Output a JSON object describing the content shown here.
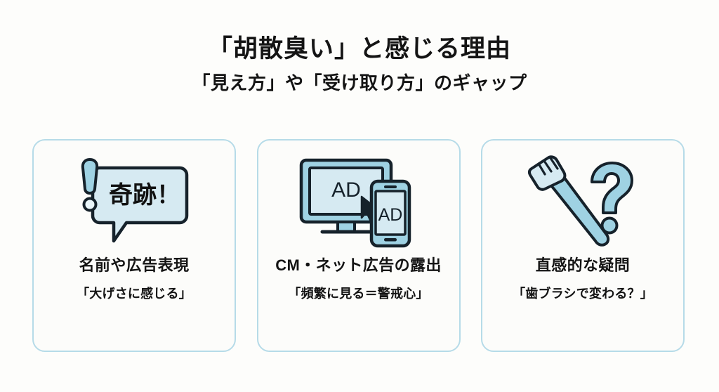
{
  "header": {
    "title": "「胡散臭い」と感じる理由",
    "subtitle": "「見え方」や「受け取り方」のギャップ"
  },
  "colors": {
    "page_background": "#fdfdfb",
    "card_background": "#fcfcfa",
    "card_border": "#b6dbe8",
    "icon_fill_light": "#d6eaf2",
    "icon_fill_mid": "#9fd2e3",
    "icon_outline": "#1a2730",
    "text": "#141414"
  },
  "cards": [
    {
      "icon_name": "speech-bubble-exclamation-icon",
      "bubble_text": "奇跡！",
      "title": "名前や広告表現",
      "subtitle": "「大げさに感じる」"
    },
    {
      "icon_name": "monitor-smartphone-ad-icon",
      "monitor_label": "AD",
      "phone_label": "AD",
      "title": "CM・ネット広告の露出",
      "subtitle": "「頻繁に見る＝警戒心」"
    },
    {
      "icon_name": "toothbrush-question-icon",
      "title": "直感的な疑問",
      "subtitle": "「歯ブラシで変わる？」"
    }
  ]
}
